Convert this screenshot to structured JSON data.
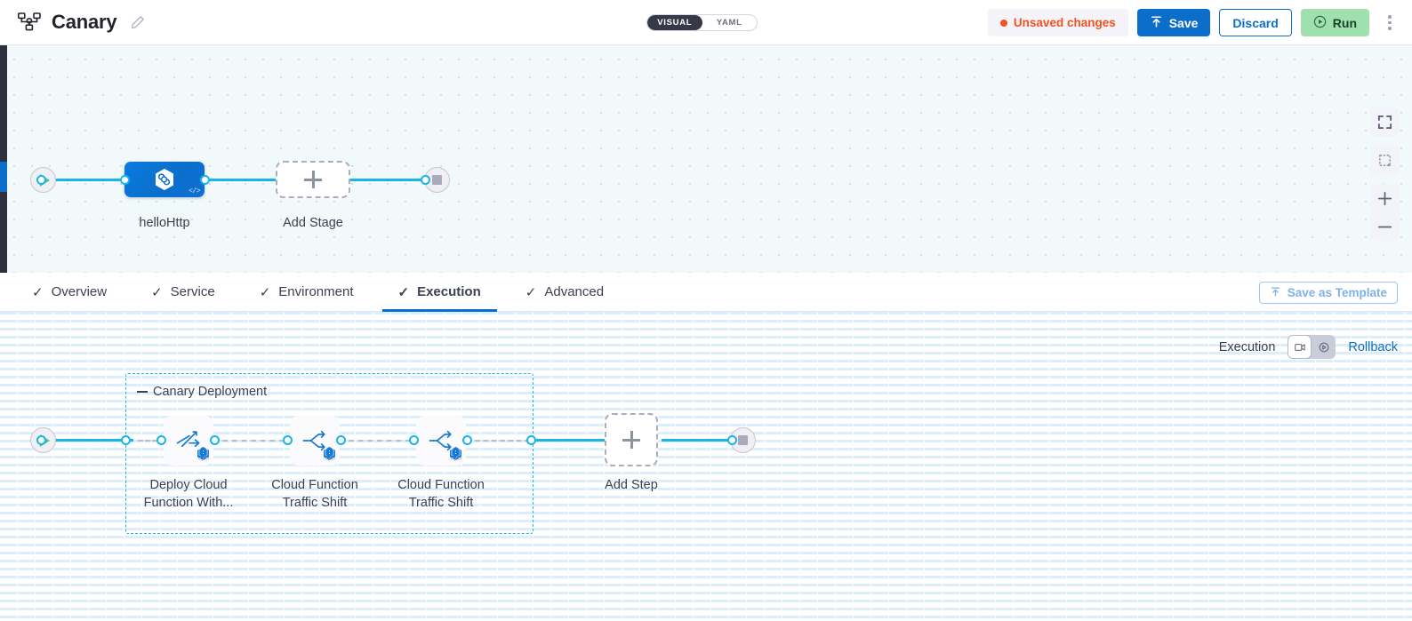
{
  "header": {
    "pipeline_icon": "pipeline-nodes-icon",
    "title": "Canary",
    "edit_icon": "pencil-icon",
    "view_toggle": {
      "visual": "VISUAL",
      "yaml": "YAML",
      "selected": "VISUAL"
    },
    "unsaved_label": "Unsaved changes",
    "save_label": "Save",
    "save_icon": "upload-icon",
    "discard_label": "Discard",
    "run_label": "Run",
    "run_icon": "play-circle-icon",
    "more_icon": "kebab-menu-icon"
  },
  "canvas_top": {
    "start_node": "start-play-node",
    "end_node": "end-stop-node",
    "stage": {
      "label": "helloHttp",
      "icon": "hexagon-link-icon",
      "code_tag": "</>"
    },
    "add_stage": {
      "label": "Add Stage",
      "icon": "plus-icon"
    },
    "controls": [
      {
        "name": "fit-screen-icon"
      },
      {
        "name": "select-area-icon"
      },
      {
        "name": "zoom-in-icon"
      },
      {
        "name": "zoom-out-icon"
      }
    ]
  },
  "tabs": [
    {
      "label": "Overview",
      "active": false,
      "icon": "check-icon"
    },
    {
      "label": "Service",
      "active": false,
      "icon": "check-icon"
    },
    {
      "label": "Environment",
      "active": false,
      "icon": "check-icon"
    },
    {
      "label": "Execution",
      "active": true,
      "icon": "check-icon"
    },
    {
      "label": "Advanced",
      "active": false,
      "icon": "check-icon"
    }
  ],
  "save_template": {
    "label": "Save as Template",
    "icon": "upload-icon"
  },
  "execution_bar": {
    "label": "Execution",
    "toggle": [
      {
        "name": "execution-view-icon",
        "selected": true
      },
      {
        "name": "rollback-view-icon",
        "selected": false
      }
    ],
    "rollback_label": "Rollback"
  },
  "canvas_bottom": {
    "group": {
      "title": "Canary Deployment",
      "collapse_icon": "collapse-icon"
    },
    "steps": [
      {
        "label_line1": "Deploy Cloud",
        "label_line2": "Function With...",
        "icon": "deploy-function-icon",
        "badge": "hexagon-badge",
        "code_tag": "</>"
      },
      {
        "label_line1": "Cloud Function",
        "label_line2": "Traffic Shift",
        "icon": "traffic-split-icon",
        "badge": "hexagon-badge",
        "code_tag": "</>"
      },
      {
        "label_line1": "Cloud Function",
        "label_line2": "Traffic Shift",
        "icon": "traffic-split-icon",
        "badge": "hexagon-badge",
        "code_tag": "</>"
      }
    ],
    "add_step": {
      "label": "Add Step",
      "icon": "plus-icon"
    },
    "start_node": "start-play-node",
    "end_node": "end-stop-node"
  },
  "colors": {
    "accent_blue": "#0b6ecb",
    "link_cyan": "#19b5e8",
    "unsaved_orange": "#f4511e",
    "run_green": "#9fe0ae",
    "canvas_top_bg": "#f1f9fb"
  }
}
